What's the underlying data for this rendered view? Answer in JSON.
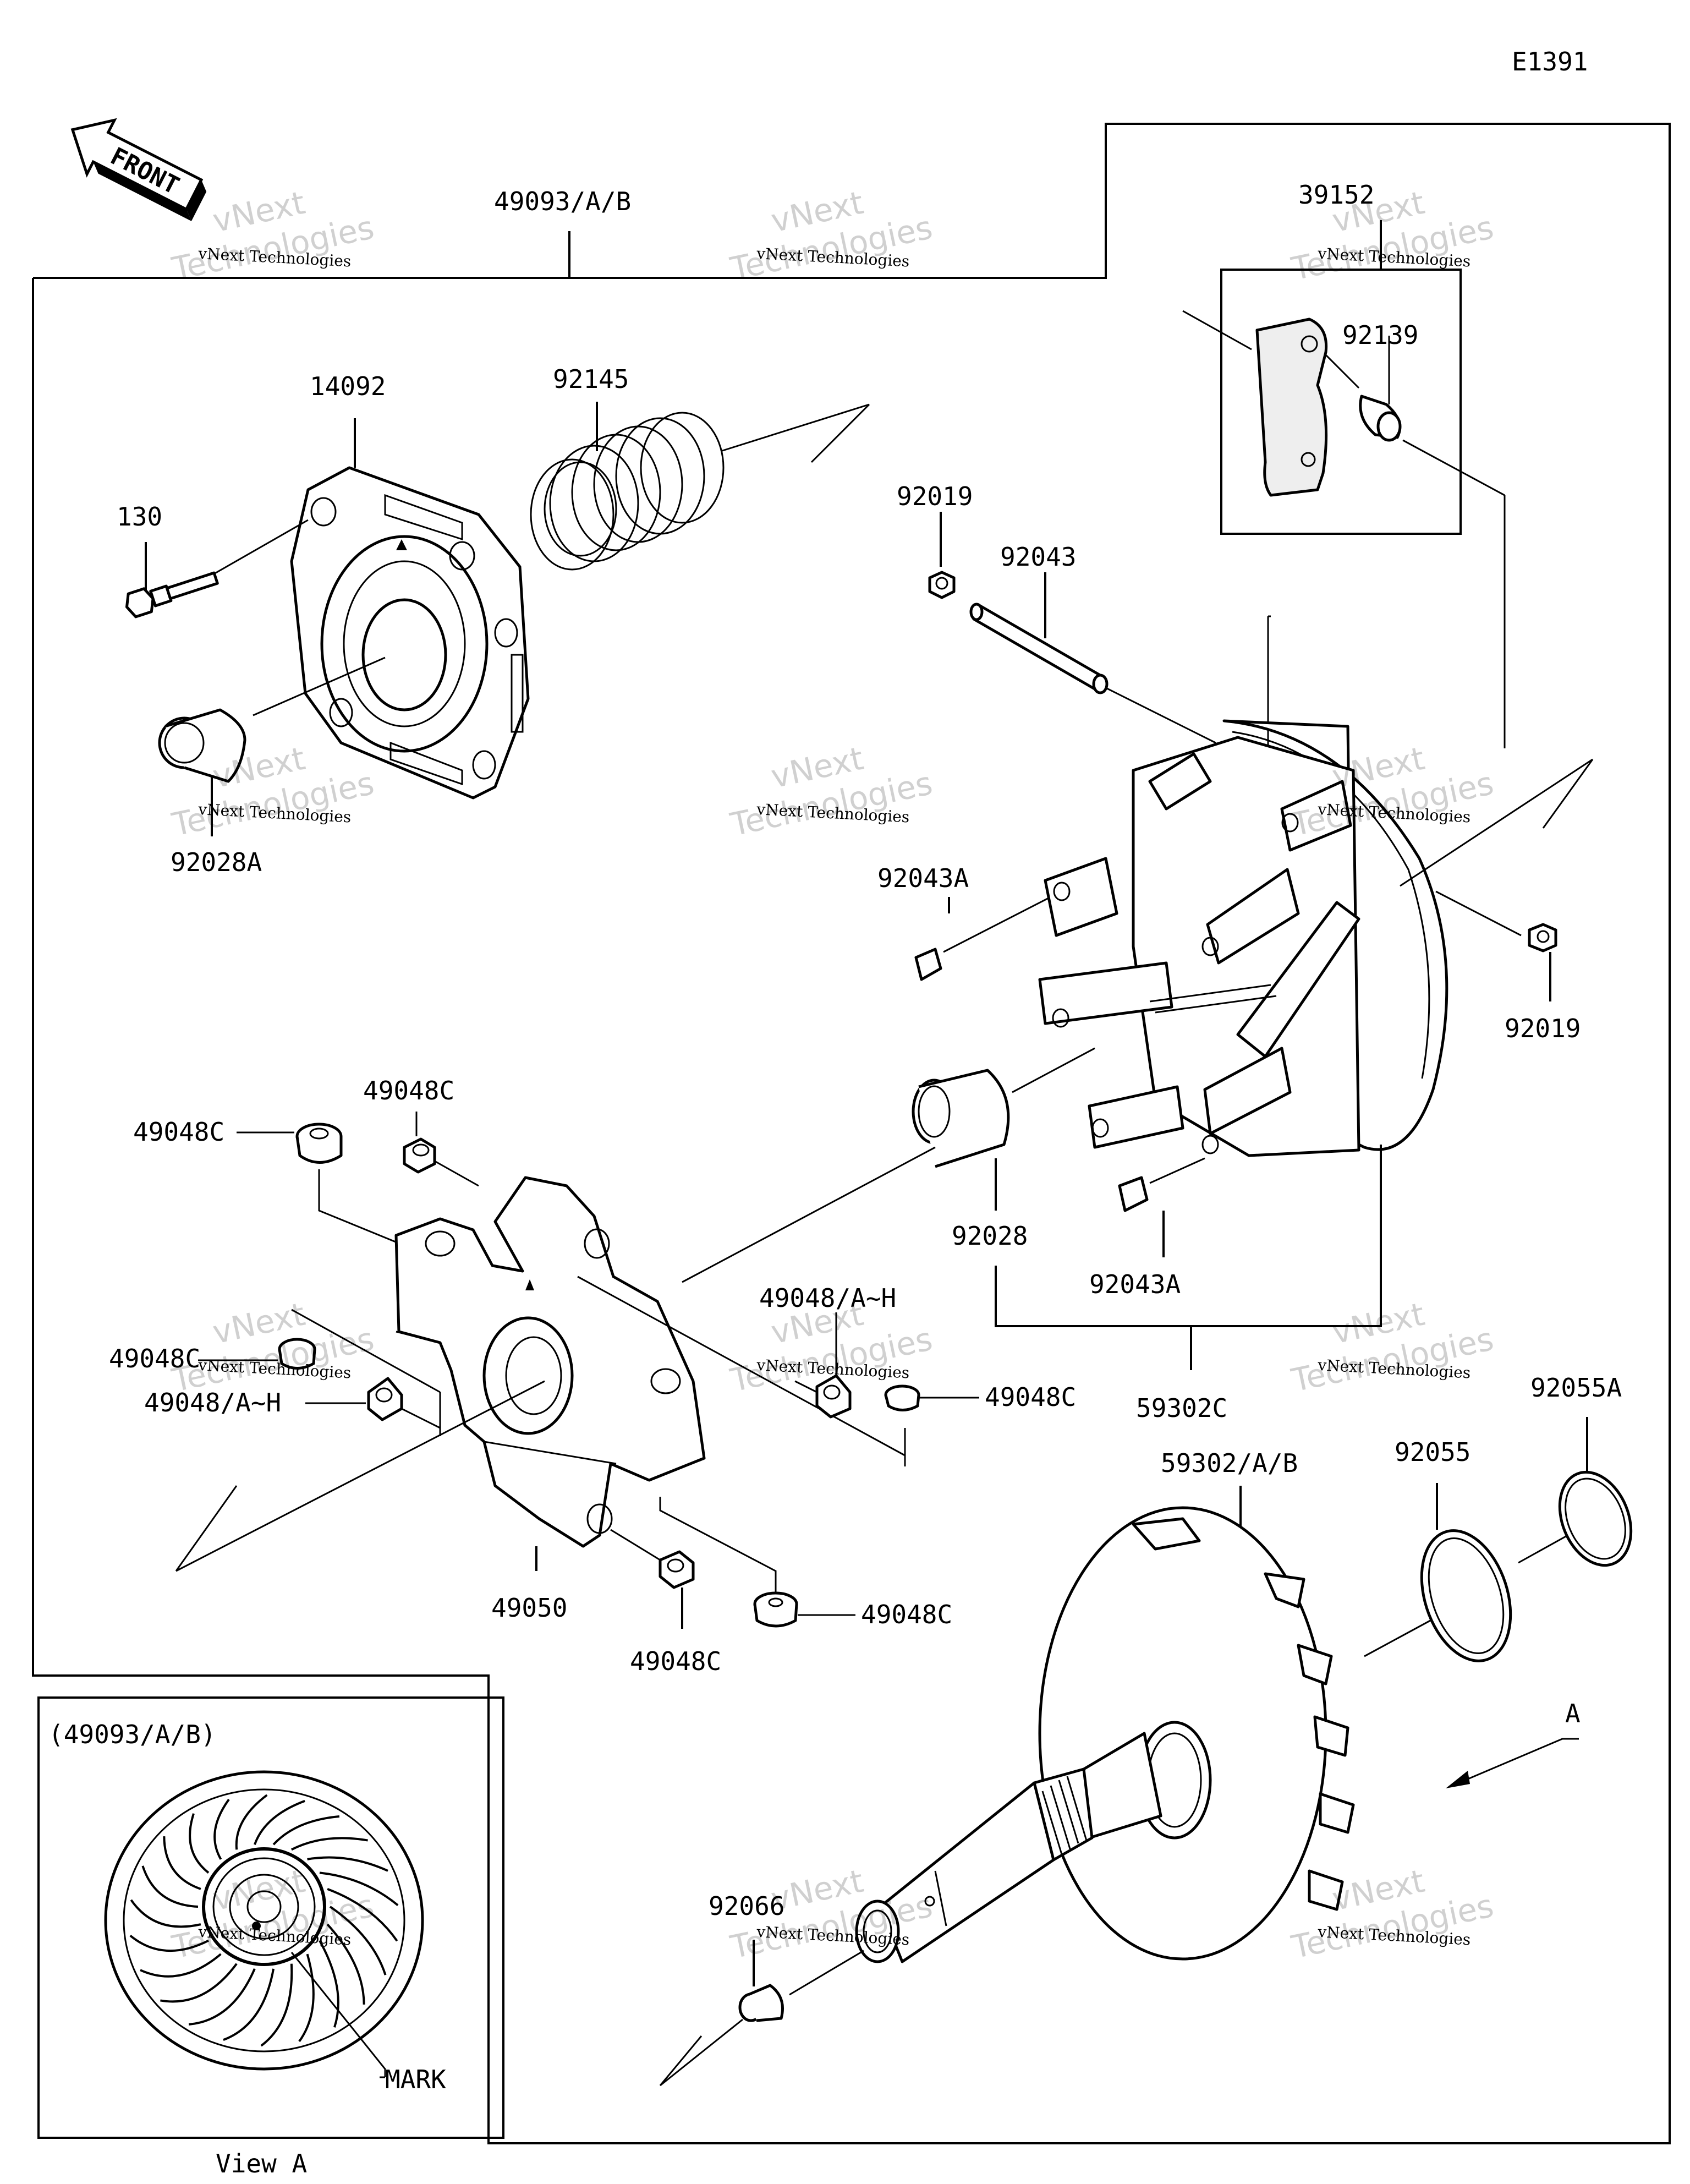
{
  "diagram_id": "E1391",
  "front_label": "FRONT",
  "assembly_label": "49093/A/B",
  "view_box_title": "(49093/A/B)",
  "view_caption": "View A",
  "mark_label": "MARK",
  "view_arrow_label": "A",
  "watermark": {
    "line1": "vNext",
    "line2": "Technologies",
    "small": "vNext Technologies"
  },
  "parts": [
    {
      "id": "p39152",
      "label": "39152"
    },
    {
      "id": "p92139",
      "label": "92139"
    },
    {
      "id": "p14092",
      "label": "14092"
    },
    {
      "id": "p92145",
      "label": "92145"
    },
    {
      "id": "p130",
      "label": "130"
    },
    {
      "id": "p92019a",
      "label": "92019"
    },
    {
      "id": "p92043",
      "label": "92043"
    },
    {
      "id": "p92028a",
      "label": "92028A"
    },
    {
      "id": "p92043a1",
      "label": "92043A"
    },
    {
      "id": "p92019b",
      "label": "92019"
    },
    {
      "id": "p49048c1",
      "label": "49048C"
    },
    {
      "id": "p49048c2",
      "label": "49048C"
    },
    {
      "id": "p92028",
      "label": "92028"
    },
    {
      "id": "p92043a2",
      "label": "92043A"
    },
    {
      "id": "p49048ah1",
      "label": "49048/A~H"
    },
    {
      "id": "p49048c3",
      "label": "49048C"
    },
    {
      "id": "p49048ah2",
      "label": "49048/A~H"
    },
    {
      "id": "p49048c4",
      "label": "49048C"
    },
    {
      "id": "p59302c",
      "label": "59302C"
    },
    {
      "id": "p92055a",
      "label": "92055A"
    },
    {
      "id": "p92055",
      "label": "92055"
    },
    {
      "id": "p59302ab",
      "label": "59302/A/B"
    },
    {
      "id": "p49050",
      "label": "49050"
    },
    {
      "id": "p49048c5",
      "label": "49048C"
    },
    {
      "id": "p49048c6",
      "label": "49048C"
    },
    {
      "id": "p92066",
      "label": "92066"
    }
  ]
}
